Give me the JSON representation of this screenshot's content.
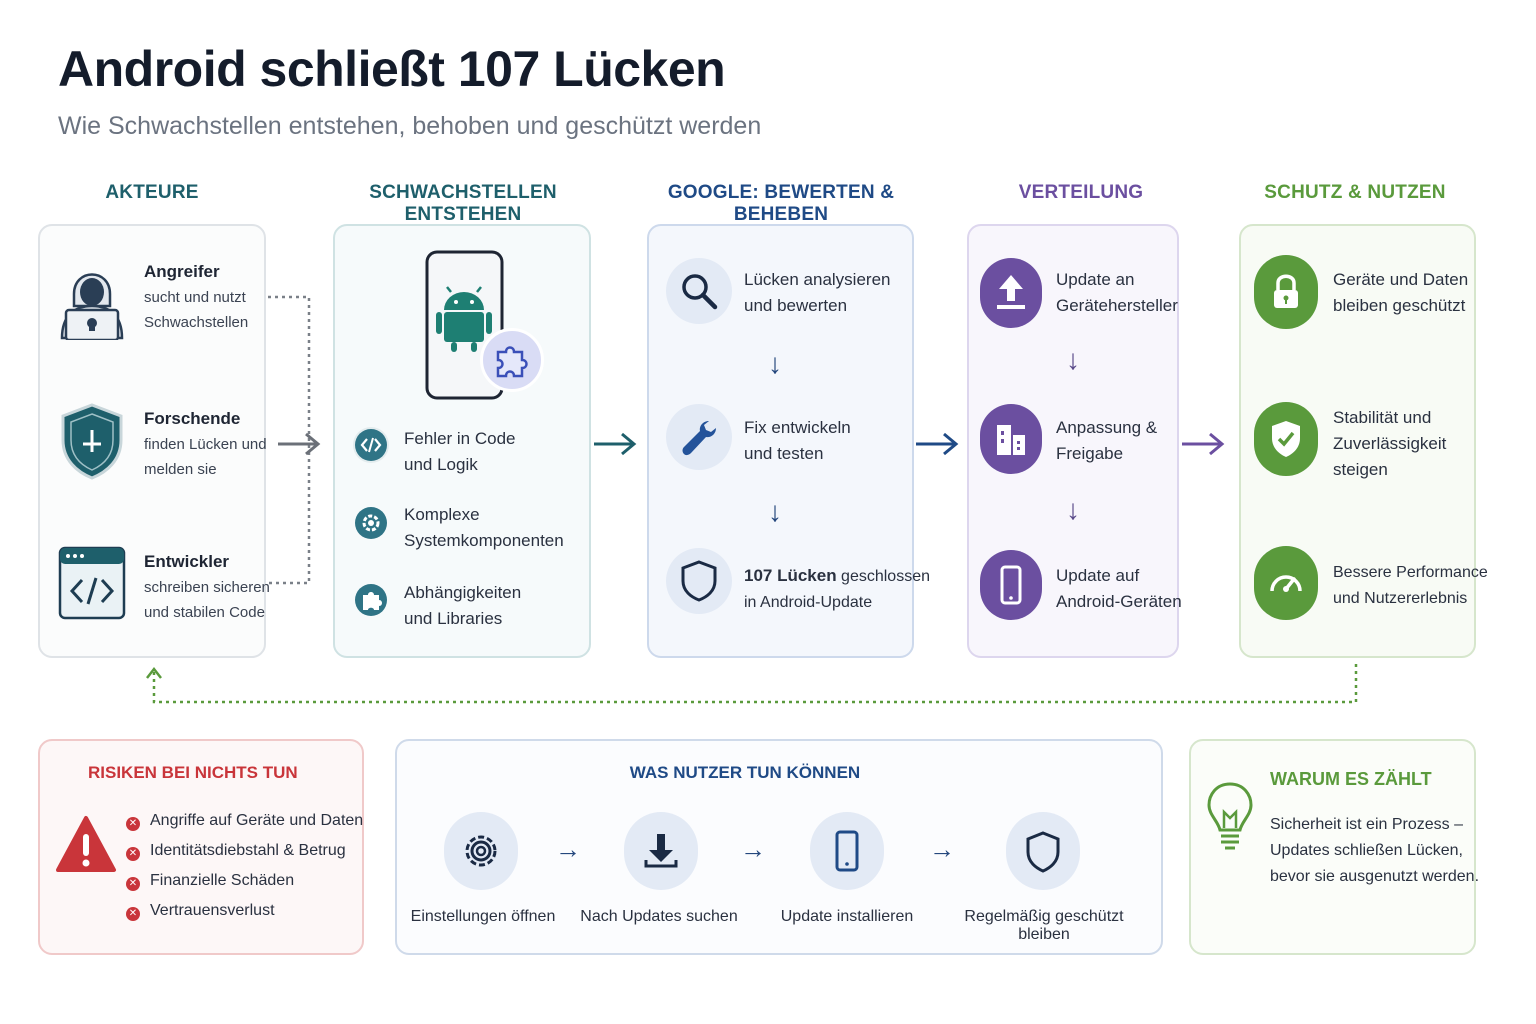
{
  "header": {
    "title": "Android schließt 107 Lücken",
    "subtitle": "Wie Schwachstellen entstehen, behoben und geschützt werden"
  },
  "columns": {
    "akteure": {
      "heading": "AKTEURE",
      "items": [
        {
          "title": "Angreifer",
          "line1": "sucht und nutzt",
          "line2": "Schwachstellen"
        },
        {
          "title": "Forschende",
          "line1": "finden Lücken und",
          "line2": "melden sie"
        },
        {
          "title": "Entwickler",
          "line1": "schreiben sicheren",
          "line2": "und stabilen Code"
        }
      ]
    },
    "entstehen": {
      "heading": "SCHWACHSTELLEN ENTSTEHEN",
      "items": [
        {
          "line1": "Fehler in Code",
          "line2": "und Logik"
        },
        {
          "line1": "Komplexe",
          "line2": "Systemkomponenten"
        },
        {
          "line1": "Abhängigkeiten",
          "line2": "und Libraries"
        }
      ]
    },
    "google": {
      "heading": "GOOGLE: BEWERTEN & BEHEBEN",
      "items": [
        {
          "line1": "Lücken analysieren",
          "line2": "und bewerten"
        },
        {
          "line1": "Fix entwickeln",
          "line2": "und testen"
        },
        {
          "line1_bold": "107 Lücken",
          "line1_rest": " geschlossen",
          "line2": "in Android-Update"
        }
      ]
    },
    "verteilung": {
      "heading": "VERTEILUNG",
      "items": [
        {
          "line1": "Update an",
          "line2": "Gerätehersteller"
        },
        {
          "line1": "Anpassung &",
          "line2": "Freigabe"
        },
        {
          "line1": "Update auf",
          "line2": "Android-Geräten"
        }
      ]
    },
    "schutz": {
      "heading": "SCHUTZ & NUTZEN",
      "items": [
        {
          "line1": "Geräte und Daten",
          "line2": "bleiben geschützt",
          "line3": ""
        },
        {
          "line1": "Stabilität und",
          "line2": "Zuverlässigkeit",
          "line3": "steigen"
        },
        {
          "line1": "Bessere Performance",
          "line2": "und Nutzererlebnis",
          "line3": ""
        }
      ]
    }
  },
  "risks": {
    "heading": "RISIKEN BEI NICHTS TUN",
    "items": [
      "Angriffe auf Geräte und Daten",
      "Identitätsdiebstahl & Betrug",
      "Finanzielle Schäden",
      "Vertrauensverlust"
    ]
  },
  "user_actions": {
    "heading": "WAS NUTZER TUN KÖNNEN",
    "steps": [
      "Einstellungen öffnen",
      "Nach Updates suchen",
      "Update installieren",
      "Regelmäßig geschützt bleiben"
    ]
  },
  "why": {
    "heading": "WARUM ES ZÄHLT",
    "line1": "Sicherheit ist ein Prozess –",
    "line2": "Updates schließen Lücken,",
    "line3": "bevor sie ausgenutzt werden."
  },
  "colors": {
    "teal": "#1e5f6b",
    "navy": "#1f4a86",
    "purple": "#6b4fa0",
    "green": "#5a9a3c",
    "red": "#c9353a"
  },
  "icons": [
    "hacker-icon",
    "shield-plus-icon",
    "code-window-icon",
    "android-phone-icon",
    "puzzle-icon",
    "code-icon",
    "gear-icon",
    "magnifier-icon",
    "wrench-icon",
    "shield-icon",
    "upload-icon",
    "building-icon",
    "phone-icon",
    "lock-icon",
    "shield-check-icon",
    "gauge-icon",
    "warning-icon",
    "download-icon",
    "lightbulb-icon"
  ]
}
